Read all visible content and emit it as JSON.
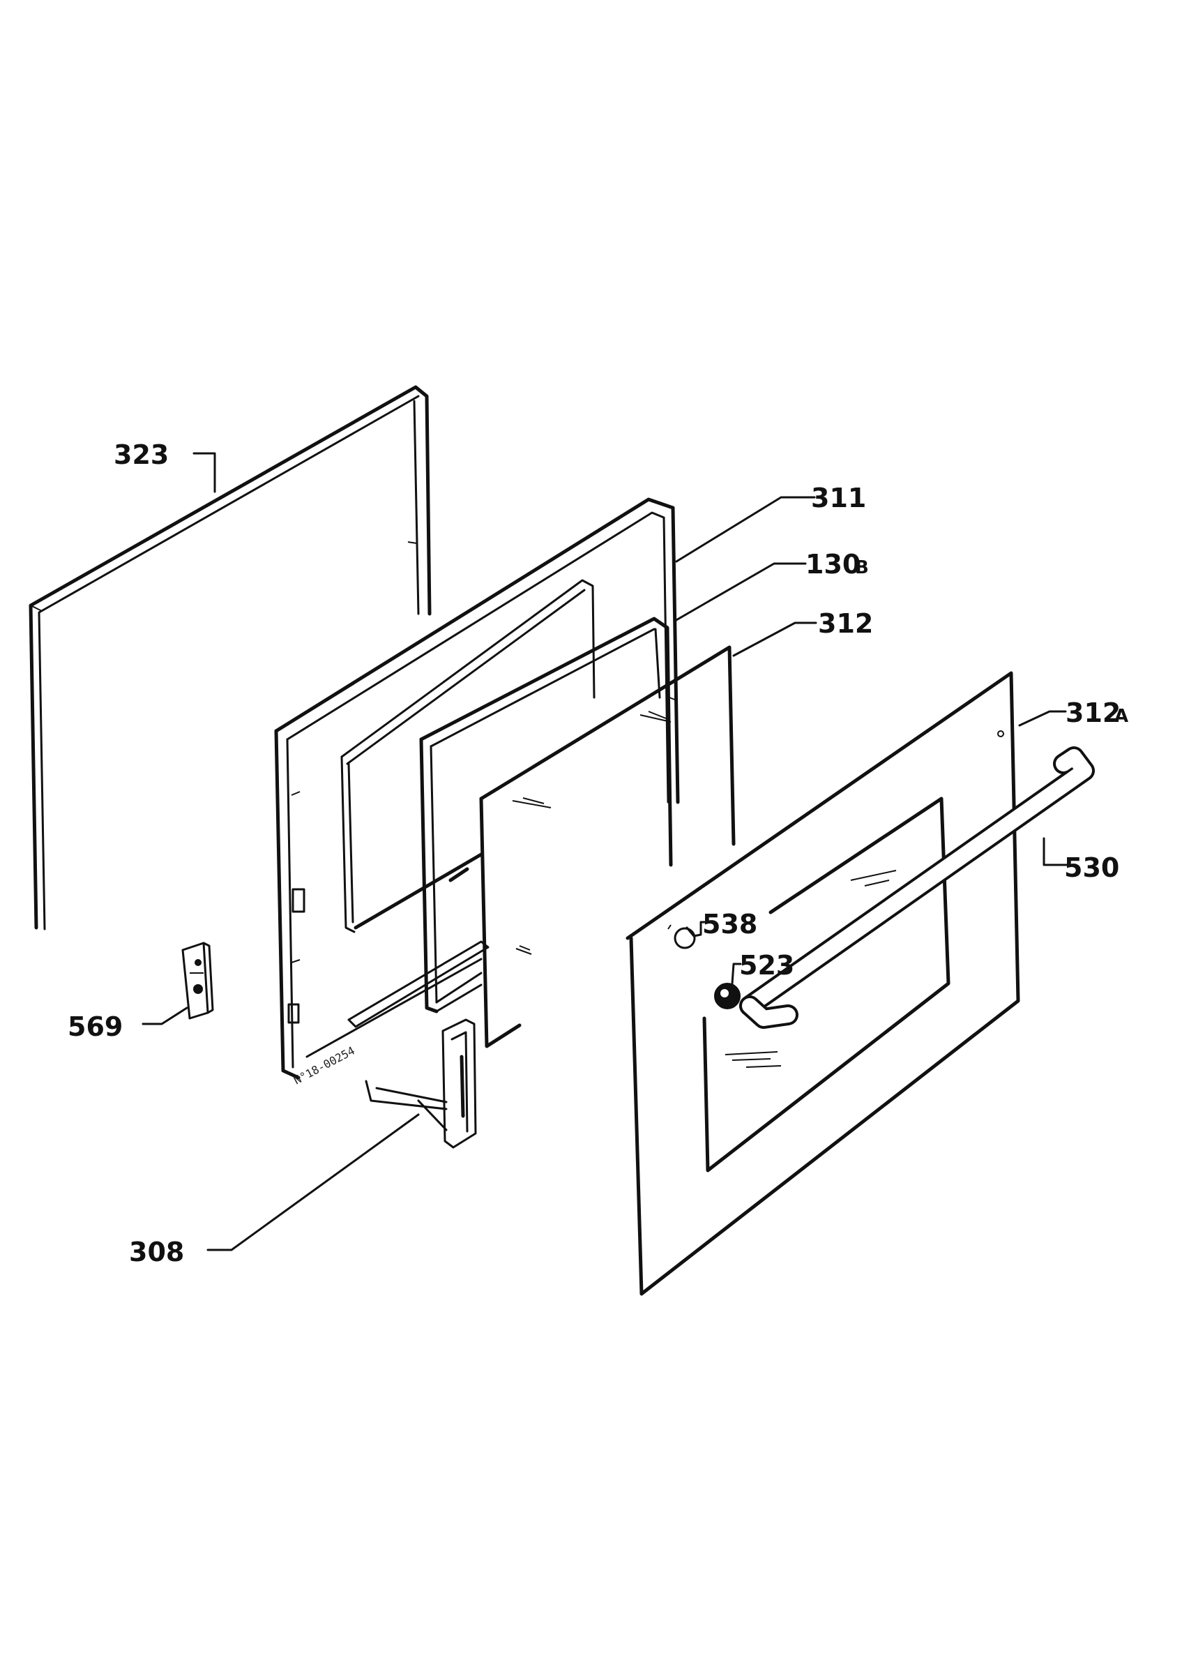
{
  "labels": {
    "p323": "323",
    "p311": "311",
    "p130": "130",
    "p130_suffix": "B",
    "p312": "312",
    "p312a": "312",
    "p312a_suffix": "A",
    "p530": "530",
    "p538": "538",
    "p523": "523",
    "p569": "569",
    "p308": "308"
  },
  "part_code": "N°18-00254"
}
